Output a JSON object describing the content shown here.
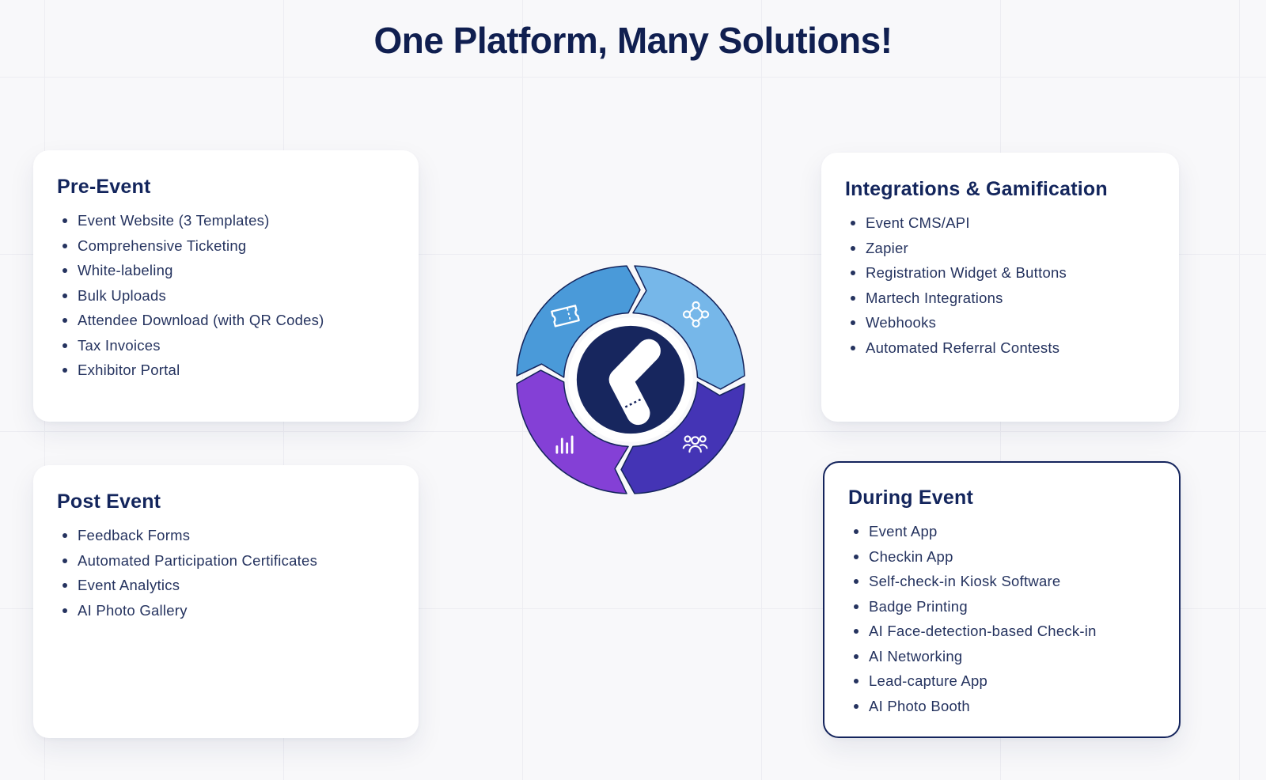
{
  "title": "One Platform, Many Solutions!",
  "cards": {
    "pre_event": {
      "title": "Pre-Event",
      "items": [
        "Event Website (3 Templates)",
        "Comprehensive Ticketing",
        "White-labeling",
        "Bulk Uploads",
        "Attendee Download (with QR Codes)",
        "Tax Invoices",
        "Exhibitor Portal"
      ]
    },
    "integrations": {
      "title": "Integrations & Gamification",
      "items": [
        "Event CMS/API",
        "Zapier",
        "Registration Widget & Buttons",
        "Martech Integrations",
        "Webhooks",
        "Automated Referral Contests"
      ]
    },
    "post_event": {
      "title": "Post Event",
      "items": [
        "Feedback Forms",
        "Automated Participation Certificates",
        "Event Analytics",
        "AI Photo Gallery"
      ]
    },
    "during_event": {
      "title": "During Event",
      "items": [
        "Event App",
        "Checkin App",
        "Self-check-in Kiosk Software",
        "Badge Printing",
        "AI Face-detection-based Check-in",
        "AI Networking",
        "Lead-capture App",
        "AI Photo Booth"
      ]
    }
  },
  "diagram": {
    "center_color": "#17265e",
    "ring_color": "#ffffff",
    "segments": [
      {
        "name": "pre-event",
        "icon": "ticket-icon",
        "color": "#4a9ad9"
      },
      {
        "name": "integrations",
        "icon": "network-icon",
        "color": "#76b7e9"
      },
      {
        "name": "during-event",
        "icon": "people-icon",
        "color": "#4434b5"
      },
      {
        "name": "post-event",
        "icon": "bar-chart-icon",
        "color": "#8440d6"
      }
    ]
  }
}
